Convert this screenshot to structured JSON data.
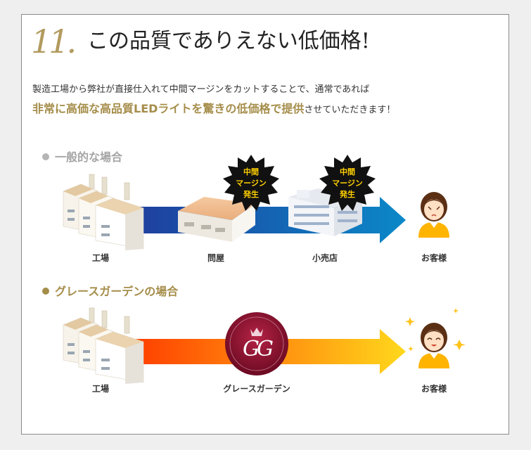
{
  "heading": {
    "number": "11.",
    "title": "この品質でありえない低価格!"
  },
  "lead": {
    "line1": "製造工場から弊社が直接仕入れて中間マージンをカットすることで、通常であれば",
    "line2_highlight": "非常に高価な高品質LEDライトを驚きの低価格で提供",
    "line2_rest": "させていただきます！"
  },
  "normal_case": {
    "title": "一般的な場合",
    "nodes": {
      "factory": "工場",
      "wholesaler": "問屋",
      "retailer": "小売店",
      "customer": "お客様"
    },
    "badges": [
      {
        "line1": "中間",
        "line2": "マージン",
        "line3": "発生"
      },
      {
        "line1": "中間",
        "line2": "マージン",
        "line3": "発生"
      }
    ]
  },
  "gg_case": {
    "title": "グレースガーデンの場合",
    "nodes": {
      "factory": "工場",
      "brand": "グレースガーデン",
      "customer": "お客様"
    },
    "logo_letters": "GG"
  },
  "colors": {
    "gold": "#a58d4a",
    "blue_arrow_start": "#1f3e9e",
    "blue_arrow_end": "#0b82c4",
    "orange_arrow_start": "#ff4400",
    "orange_arrow_end": "#ffd21a",
    "logo": "#8a1030",
    "customer_top": "#ffb400"
  }
}
